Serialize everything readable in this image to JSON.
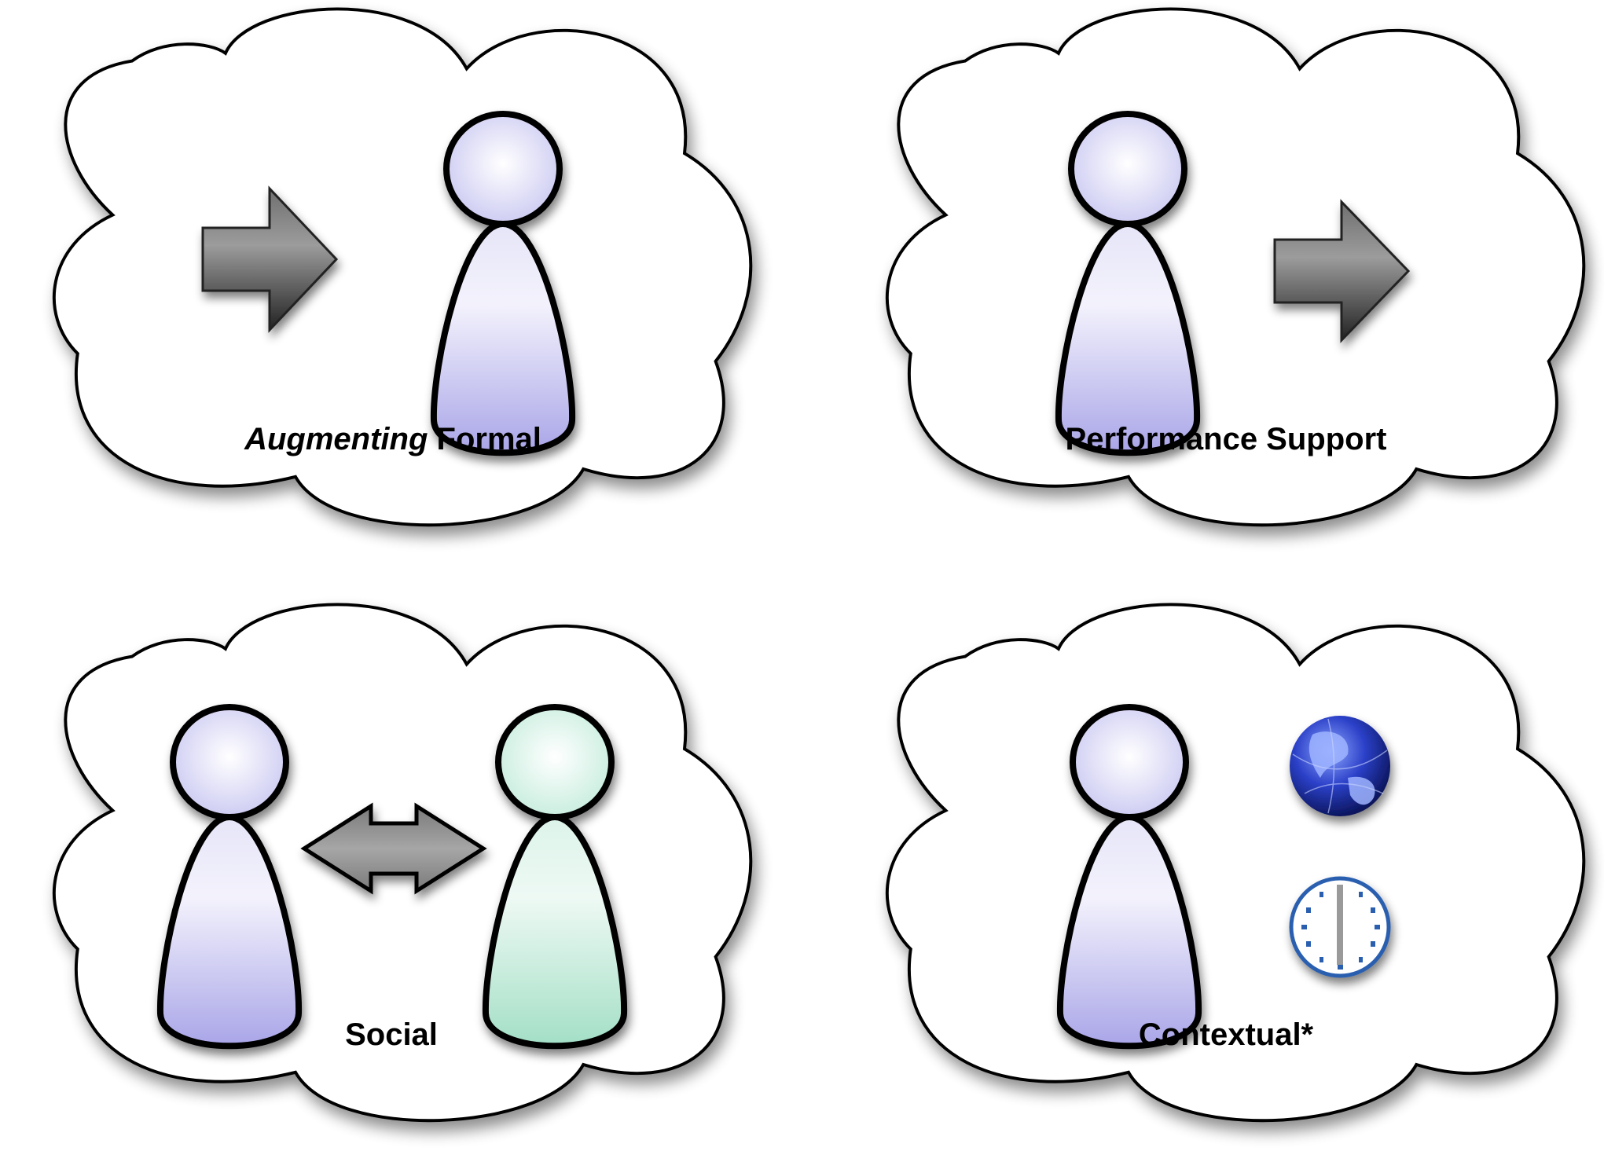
{
  "panels": [
    {
      "id": "augmenting-formal",
      "label_italic": "Augmenting",
      "label_rest": " Formal"
    },
    {
      "id": "performance-support",
      "label": "Performance Support"
    },
    {
      "id": "social",
      "label": "Social"
    },
    {
      "id": "contextual",
      "label": "Contextual*"
    }
  ],
  "colors": {
    "person_primary": "#b8b6ee",
    "person_secondary": "#a8e6cf",
    "arrow": "#808080",
    "outline": "#000000"
  },
  "icons": {
    "globe": "globe-icon",
    "clock": "clock-icon"
  }
}
